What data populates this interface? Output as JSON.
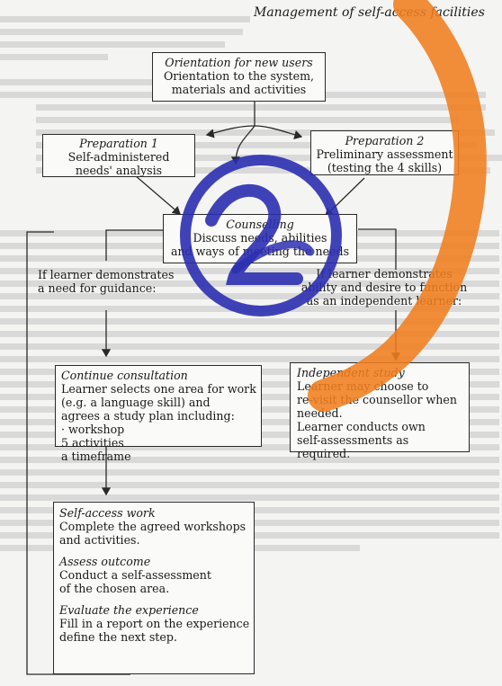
{
  "title": "Management of self-access facilities",
  "orientation": {
    "heading": "Orientation for new users",
    "body": [
      "Orientation to the system,",
      "materials and activities"
    ]
  },
  "prep1": {
    "heading": "Preparation 1",
    "body": [
      "Self-administered",
      "needs' analysis"
    ]
  },
  "prep2": {
    "heading": "Preparation 2",
    "body": [
      "Preliminary assessment",
      "(testing the 4 skills)"
    ]
  },
  "counselling": {
    "heading": "Counselling",
    "body": [
      "Discuss needs, abilities",
      "and ways of meeting the needs"
    ]
  },
  "cond_left": [
    "If learner demonstrates",
    "a need for guidance:"
  ],
  "cond_right": [
    "If learner demonstrates",
    "ability and desire to function",
    "as an independent learner:"
  ],
  "consult": {
    "heading": "Continue consultation",
    "body": [
      "Learner selects one area for work",
      "(e.g. a language skill) and",
      "agrees a study plan including:",
      "· workshop",
      "5 activities",
      "a timeframe"
    ]
  },
  "independent": {
    "heading": "Independent study",
    "body": [
      "Learner may choose to",
      "re-visit the counsellor when",
      "needed.",
      "Learner conducts own",
      "self-assessments as",
      "required."
    ]
  },
  "work": {
    "s1": {
      "heading": "Self-access work",
      "body": [
        "Complete the agreed workshops",
        "and activities."
      ]
    },
    "s2": {
      "heading": "Assess outcome",
      "body": [
        "Conduct a self-assessment",
        "of the chosen area."
      ]
    },
    "s3": {
      "heading": "Evaluate the experience",
      "body": [
        "Fill in a report on the experience",
        "define the next step."
      ]
    }
  },
  "colors": {
    "logo_blue": "#2b2fb0",
    "logo_orange": "#f07d1e",
    "line": "#2a2a2a"
  }
}
